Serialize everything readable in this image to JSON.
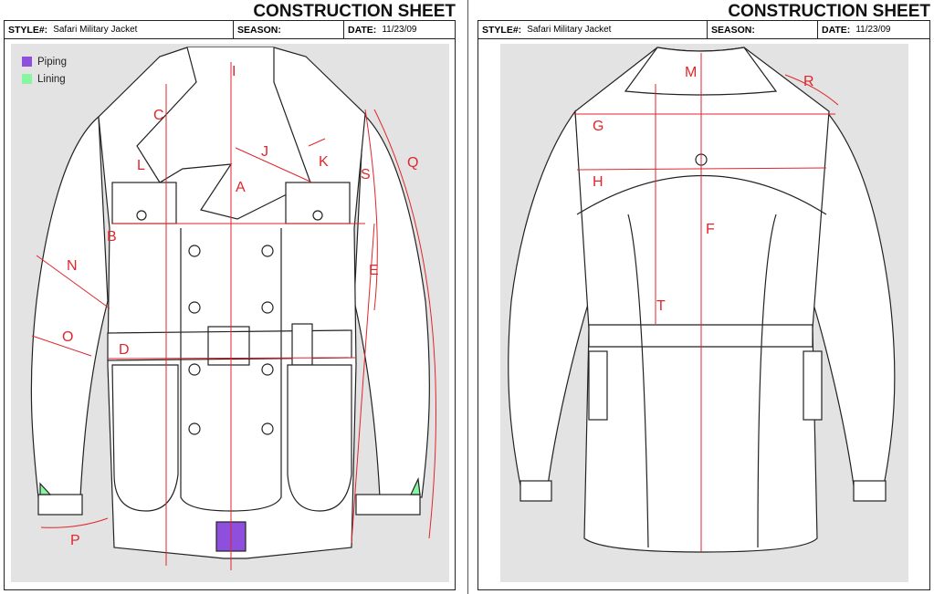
{
  "sheets": [
    {
      "title": "CONSTRUCTION SHEET",
      "style_label": "STYLE#:",
      "style_value": "Safari Military Jacket",
      "season_label": "SEASON:",
      "date_label": "DATE:",
      "date_value": "11/23/09"
    },
    {
      "title": "CONSTRUCTION SHEET",
      "style_label": "STYLE#:",
      "style_value": "Safari Military Jacket",
      "season_label": "SEASON:",
      "date_label": "DATE:",
      "date_value": "11/23/09"
    }
  ],
  "legend": [
    {
      "label": "Piping",
      "color": "#8e4fdc"
    },
    {
      "label": "Lining",
      "color": "#86f7a0"
    }
  ],
  "front_points": [
    "I",
    "C",
    "J",
    "K",
    "L",
    "A",
    "S",
    "Q",
    "B",
    "E",
    "N",
    "O",
    "D",
    "P"
  ],
  "back_points": [
    "M",
    "R",
    "G",
    "H",
    "F",
    "T"
  ],
  "colors": {
    "measure": "#e0262b",
    "background": "#e3e3e3"
  }
}
